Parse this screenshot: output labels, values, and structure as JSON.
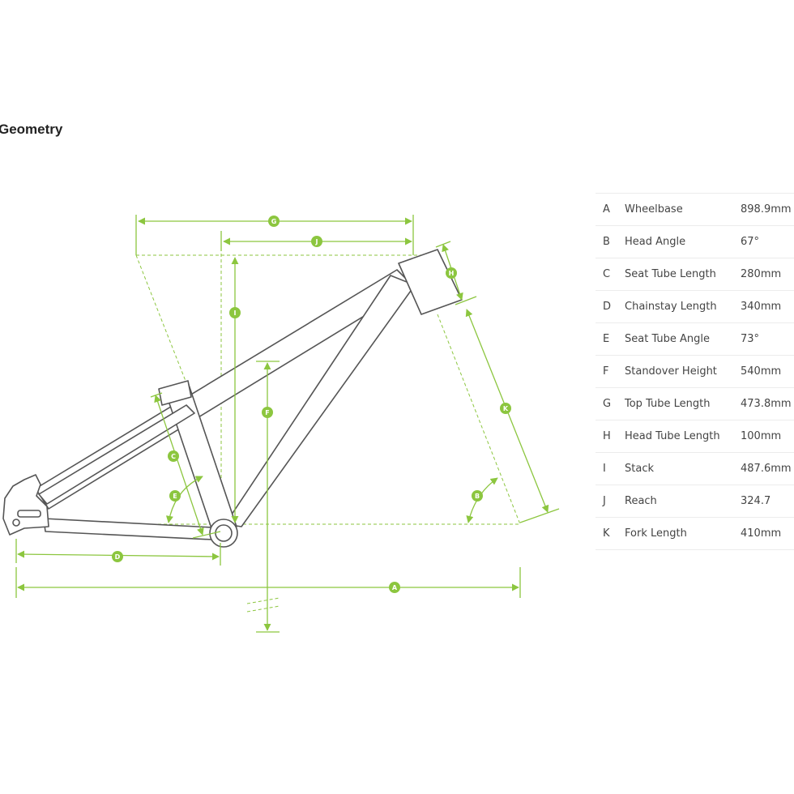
{
  "title": "Geometry",
  "colors": {
    "accent": "#8cc63f",
    "frame_outline": "#555555",
    "table_border": "#ececec"
  },
  "callouts": [
    "A",
    "B",
    "C",
    "D",
    "E",
    "F",
    "G",
    "H",
    "I",
    "J",
    "K"
  ],
  "geometry": [
    {
      "key": "A",
      "label": "Wheelbase",
      "value": "898.9mm"
    },
    {
      "key": "B",
      "label": "Head Angle",
      "value": "67°"
    },
    {
      "key": "C",
      "label": "Seat Tube Length",
      "value": "280mm"
    },
    {
      "key": "D",
      "label": "Chainstay Length",
      "value": "340mm"
    },
    {
      "key": "E",
      "label": "Seat Tube Angle",
      "value": "73°"
    },
    {
      "key": "F",
      "label": "Standover Height",
      "value": "540mm"
    },
    {
      "key": "G",
      "label": "Top Tube Length",
      "value": "473.8mm"
    },
    {
      "key": "H",
      "label": "Head Tube Length",
      "value": "100mm"
    },
    {
      "key": "I",
      "label": "Stack",
      "value": "487.6mm"
    },
    {
      "key": "J",
      "label": "Reach",
      "value": "324.7"
    },
    {
      "key": "K",
      "label": "Fork Length",
      "value": "410mm"
    }
  ]
}
